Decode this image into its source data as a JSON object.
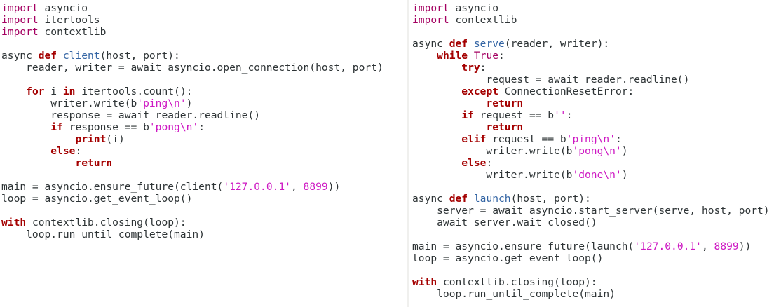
{
  "colors": {
    "background": "#ffffff",
    "text": "#2e3436",
    "keyword_import": "#a40061",
    "keyword_bold": "#a40000",
    "function_name": "#3465a4",
    "string": "#ce19c3",
    "number": "#ce19c3",
    "divider": "#f0f0ee"
  },
  "editors": {
    "left": {
      "lines": [
        [
          {
            "t": "import",
            "c": "kw"
          },
          {
            "t": " asyncio"
          }
        ],
        [
          {
            "t": "import",
            "c": "kw"
          },
          {
            "t": " itertools"
          }
        ],
        [
          {
            "t": "import",
            "c": "kw"
          },
          {
            "t": " contextlib"
          }
        ],
        [],
        [
          {
            "t": "async "
          },
          {
            "t": "def",
            "c": "kwb"
          },
          {
            "t": " "
          },
          {
            "t": "client",
            "c": "fn"
          },
          {
            "t": "(host, port):"
          }
        ],
        [
          {
            "t": "    reader, writer = await asyncio.open_connection(host, port)"
          }
        ],
        [],
        [
          {
            "t": "    "
          },
          {
            "t": "for",
            "c": "kwb"
          },
          {
            "t": " i "
          },
          {
            "t": "in",
            "c": "kwb"
          },
          {
            "t": " itertools.count():"
          }
        ],
        [
          {
            "t": "        writer.write(b"
          },
          {
            "t": "'ping",
            "c": "str"
          },
          {
            "t": "\\n",
            "c": "esc"
          },
          {
            "t": "'",
            "c": "str"
          },
          {
            "t": ")"
          }
        ],
        [
          {
            "t": "        response = await reader.readline()"
          }
        ],
        [
          {
            "t": "        "
          },
          {
            "t": "if",
            "c": "kwb"
          },
          {
            "t": " response == b"
          },
          {
            "t": "'pong",
            "c": "str"
          },
          {
            "t": "\\n",
            "c": "esc"
          },
          {
            "t": "'",
            "c": "str"
          },
          {
            "t": ":"
          }
        ],
        [
          {
            "t": "            "
          },
          {
            "t": "print",
            "c": "kwb"
          },
          {
            "t": "(i)"
          }
        ],
        [
          {
            "t": "        "
          },
          {
            "t": "else",
            "c": "kwb"
          },
          {
            "t": ":"
          }
        ],
        [
          {
            "t": "            "
          },
          {
            "t": "return",
            "c": "kwb"
          }
        ],
        [],
        [
          {
            "t": "main = asyncio.ensure_future(client("
          },
          {
            "t": "'127.0.0.1'",
            "c": "str"
          },
          {
            "t": ", "
          },
          {
            "t": "8899",
            "c": "num"
          },
          {
            "t": "))"
          }
        ],
        [
          {
            "t": "loop = asyncio.get_event_loop()"
          }
        ],
        [],
        [
          {
            "t": "with",
            "c": "kwb"
          },
          {
            "t": " contextlib.closing(loop):"
          }
        ],
        [
          {
            "t": "    loop.run_until_complete(main)"
          }
        ]
      ]
    },
    "right": {
      "lines": [
        [
          {
            "t": "import",
            "c": "kw"
          },
          {
            "t": " asyncio"
          }
        ],
        [
          {
            "t": "import",
            "c": "kw"
          },
          {
            "t": " contextlib"
          }
        ],
        [],
        [
          {
            "t": "async "
          },
          {
            "t": "def",
            "c": "kwb"
          },
          {
            "t": " "
          },
          {
            "t": "serve",
            "c": "fn"
          },
          {
            "t": "(reader, writer):"
          }
        ],
        [
          {
            "t": "    "
          },
          {
            "t": "while",
            "c": "kwb"
          },
          {
            "t": " "
          },
          {
            "t": "True",
            "c": "kw"
          },
          {
            "t": ":"
          }
        ],
        [
          {
            "t": "        "
          },
          {
            "t": "try",
            "c": "kwb"
          },
          {
            "t": ":"
          }
        ],
        [
          {
            "t": "            request = await reader.readline()"
          }
        ],
        [
          {
            "t": "        "
          },
          {
            "t": "except",
            "c": "kwb"
          },
          {
            "t": " ConnectionResetError:"
          }
        ],
        [
          {
            "t": "            "
          },
          {
            "t": "return",
            "c": "kwb"
          }
        ],
        [
          {
            "t": "        "
          },
          {
            "t": "if",
            "c": "kwb"
          },
          {
            "t": " request == b"
          },
          {
            "t": "''",
            "c": "str"
          },
          {
            "t": ":"
          }
        ],
        [
          {
            "t": "            "
          },
          {
            "t": "return",
            "c": "kwb"
          }
        ],
        [
          {
            "t": "        "
          },
          {
            "t": "elif",
            "c": "kwb"
          },
          {
            "t": " request == b"
          },
          {
            "t": "'ping",
            "c": "str"
          },
          {
            "t": "\\n",
            "c": "esc"
          },
          {
            "t": "'",
            "c": "str"
          },
          {
            "t": ":"
          }
        ],
        [
          {
            "t": "            writer.write(b"
          },
          {
            "t": "'pong",
            "c": "str"
          },
          {
            "t": "\\n",
            "c": "esc"
          },
          {
            "t": "'",
            "c": "str"
          },
          {
            "t": ")"
          }
        ],
        [
          {
            "t": "        "
          },
          {
            "t": "else",
            "c": "kwb"
          },
          {
            "t": ":"
          }
        ],
        [
          {
            "t": "            writer.write(b"
          },
          {
            "t": "'done",
            "c": "str"
          },
          {
            "t": "\\n",
            "c": "esc"
          },
          {
            "t": "'",
            "c": "str"
          },
          {
            "t": ")"
          }
        ],
        [],
        [
          {
            "t": "async "
          },
          {
            "t": "def",
            "c": "kwb"
          },
          {
            "t": " "
          },
          {
            "t": "launch",
            "c": "fn"
          },
          {
            "t": "(host, port):"
          }
        ],
        [
          {
            "t": "    server = await asyncio.start_server(serve, host, port)"
          }
        ],
        [
          {
            "t": "    await server.wait_closed()"
          }
        ],
        [],
        [
          {
            "t": "main = asyncio.ensure_future(launch("
          },
          {
            "t": "'127.0.0.1'",
            "c": "str"
          },
          {
            "t": ", "
          },
          {
            "t": "8899",
            "c": "num"
          },
          {
            "t": "))"
          }
        ],
        [
          {
            "t": "loop = asyncio.get_event_loop()"
          }
        ],
        [],
        [
          {
            "t": "with",
            "c": "kwb"
          },
          {
            "t": " contextlib.closing(loop):"
          }
        ],
        [
          {
            "t": "    loop.run_until_complete(main)"
          }
        ]
      ]
    }
  }
}
